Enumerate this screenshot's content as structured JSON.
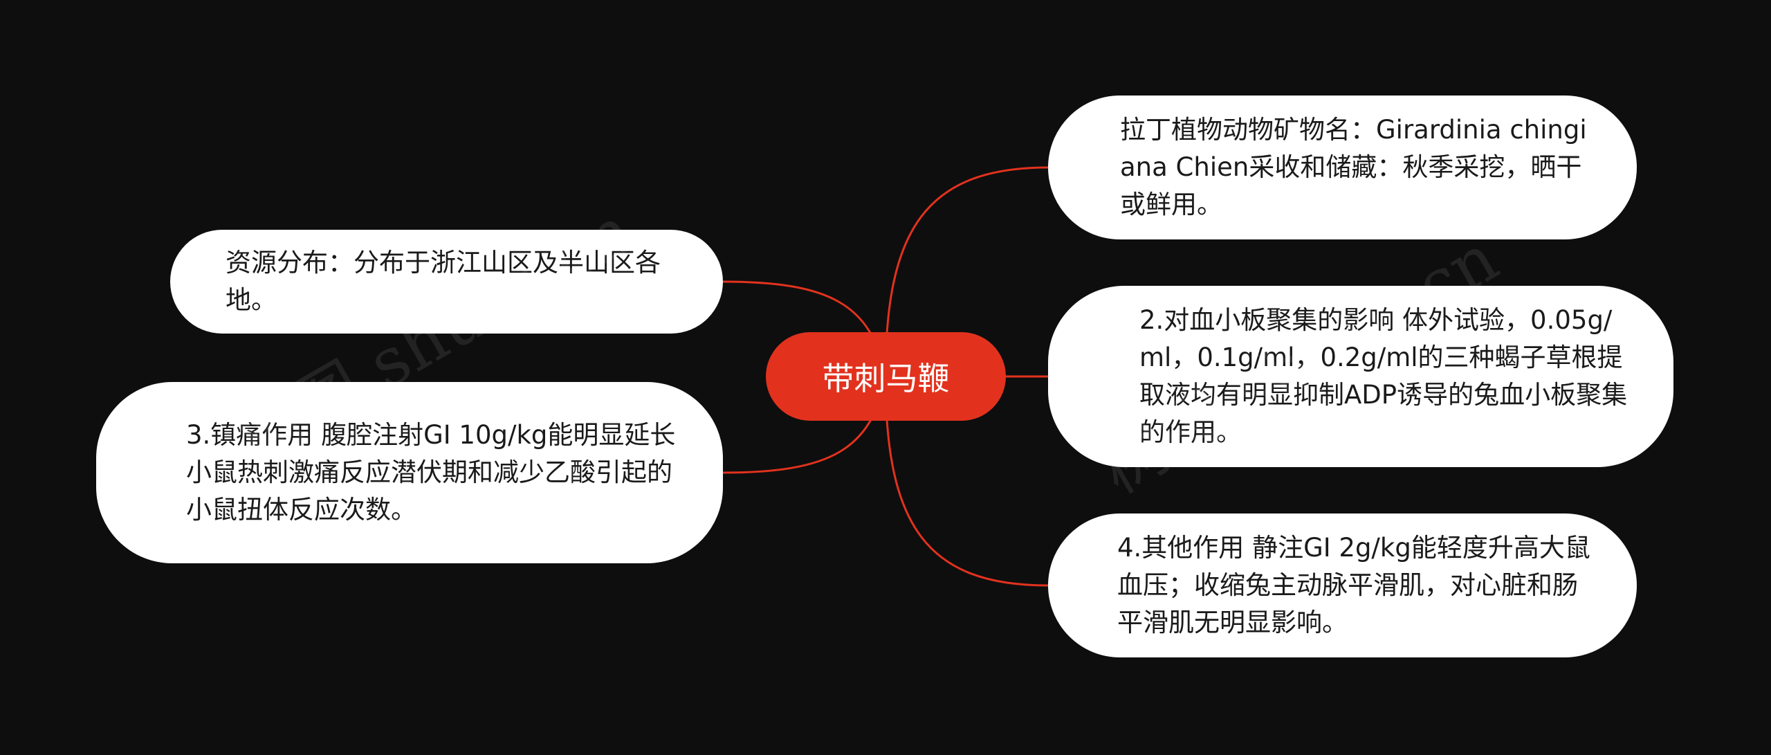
{
  "colors": {
    "background": "#0e0e0e",
    "central_fill": "#e2321e",
    "link_stroke": "#e2321e",
    "node_fill": "#ffffff",
    "node_text": "#1a1a1a"
  },
  "mindmap": {
    "central": "带刺马鞭",
    "branches": [
      {
        "id": "latin",
        "side": "right",
        "text": "拉丁植物动物矿物名：Girardinia chingiana Chien采收和储藏：秋季采挖，晒干或鲜用。"
      },
      {
        "id": "platelet",
        "side": "right",
        "text": "2.对血小板聚集的影响 体外试验，0.05g/ml，0.1g/ml，0.2g/ml的三种蝎子草根提取液均有明显抑制ADP诱导的兔血小板聚集的作用。"
      },
      {
        "id": "other",
        "side": "right",
        "text": "4.其他作用 静注GI 2g/kg能轻度升高大鼠血压；收缩兔主动脉平滑肌，对心脏和肠平滑肌无明显影响。"
      },
      {
        "id": "resource",
        "side": "left",
        "text": "资源分布：分布于浙江山区及半山区各地。"
      },
      {
        "id": "analgesic",
        "side": "left",
        "text": "3.镇痛作用 腹腔注射GI 10g/kg能明显延长小鼠热刺激痛反应潜伏期和减少乙酸引起的小鼠扭体反应次数。"
      }
    ]
  },
  "watermark": {
    "left": "树图 shutu.cn",
    "right": "树图 shutu.cn"
  }
}
